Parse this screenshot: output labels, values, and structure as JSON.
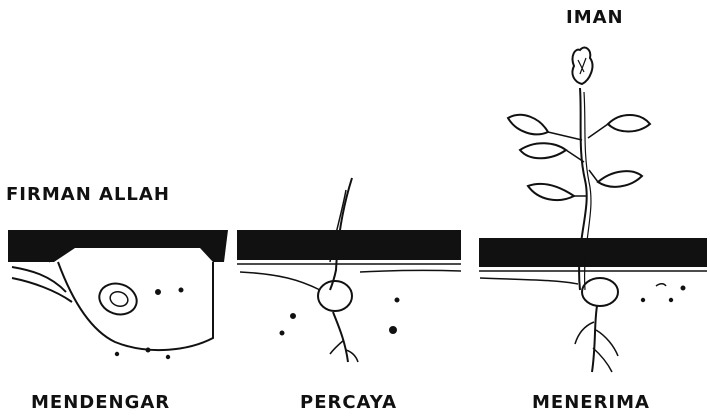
{
  "labels": {
    "top": "IMAN",
    "left_top": "FIRMAN ALLAH",
    "bottom_left": "MENDENGAR",
    "bottom_middle": "PERCAYA",
    "bottom_right": "MENERIMA"
  },
  "colors": {
    "ink": "#111111",
    "paper": "#ffffff"
  }
}
